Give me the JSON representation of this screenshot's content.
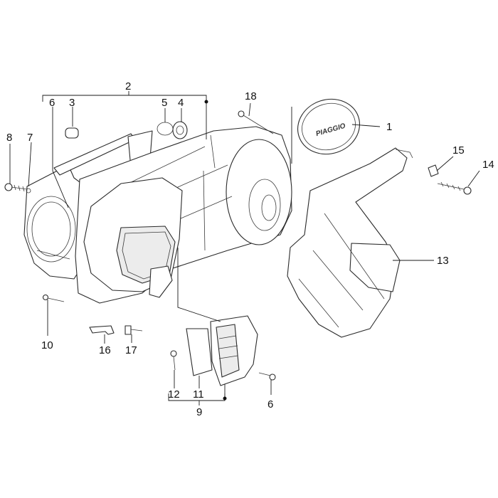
{
  "diagram": {
    "logo_text": "PIAGGIO",
    "callouts": [
      {
        "id": "c1",
        "label": "1"
      },
      {
        "id": "c2",
        "label": "2"
      },
      {
        "id": "c3",
        "label": "3"
      },
      {
        "id": "c4",
        "label": "4"
      },
      {
        "id": "c5",
        "label": "5"
      },
      {
        "id": "c6a",
        "label": "6"
      },
      {
        "id": "c6b",
        "label": "6"
      },
      {
        "id": "c7",
        "label": "7"
      },
      {
        "id": "c8",
        "label": "8"
      },
      {
        "id": "c9",
        "label": "9"
      },
      {
        "id": "c10",
        "label": "10"
      },
      {
        "id": "c11",
        "label": "11"
      },
      {
        "id": "c12",
        "label": "12"
      },
      {
        "id": "c13",
        "label": "13"
      },
      {
        "id": "c14",
        "label": "14"
      },
      {
        "id": "c15",
        "label": "15"
      },
      {
        "id": "c16",
        "label": "16"
      },
      {
        "id": "c17",
        "label": "17"
      },
      {
        "id": "c18",
        "label": "18"
      }
    ]
  }
}
